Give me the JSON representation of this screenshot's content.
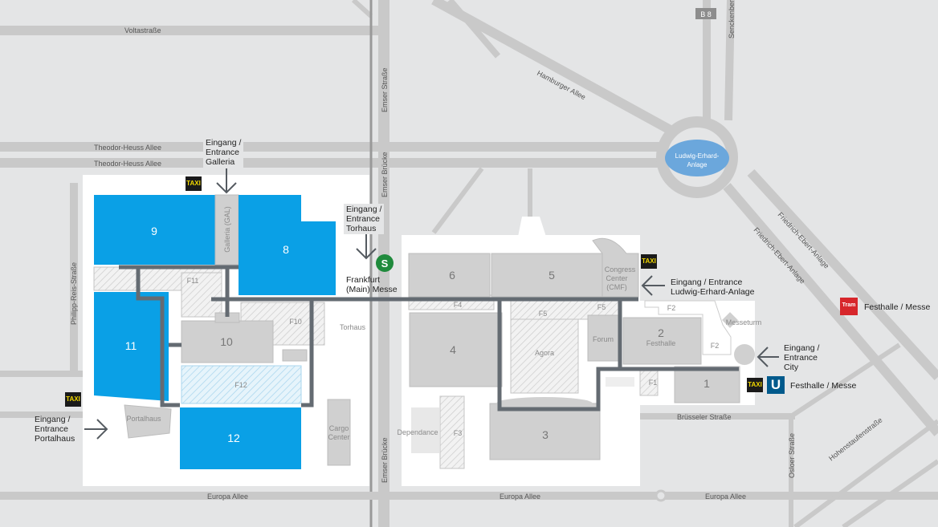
{
  "streets": {
    "voltastrasse": "Voltastraße",
    "theodor_heuss_1": "Theodor-Heuss Allee",
    "theodor_heuss_2": "Theodor-Heuss Allee",
    "hamburger_allee": "Hamburger Allee",
    "emser_strasse": "Emser Straße",
    "emser_bruecke_top": "Emser Brücke",
    "emser_bruecke_bottom": "Emser Brücke",
    "philipp_reis": "Philipp-Reis-Straße",
    "europa_allee_1": "Europa Allee",
    "europa_allee_2": "Europa Allee",
    "europa_allee_3": "Europa Allee",
    "friedrich_ebert_1": "Friedrich-Ebert-Anlage",
    "friedrich_ebert_2": "Friedrich-Ebert-Anlage",
    "senckenberg": "Senckenberganlage",
    "b8": "B 8",
    "bruesseler": "Brüsseler Straße",
    "osloer": "Osloer Straße",
    "hohenstaufen": "Hohenstaufenstraße",
    "ludwig_erhard_anlage": [
      "Ludwig-Erhard-",
      "Anlage"
    ]
  },
  "halls": {
    "h1": "1",
    "h2": "2",
    "festhalle": "Festhalle",
    "h3": "3",
    "h4": "4",
    "h5": "5",
    "h6": "6",
    "h8": "8",
    "h9": "9",
    "h10": "10",
    "h11": "11",
    "h12": "12",
    "galleria": "Galleria (GAL)",
    "congress": [
      "Congress",
      "Center",
      "(CMF)"
    ],
    "forum": "Forum",
    "agora": "Agora",
    "torhaus": "Torhaus",
    "portalhaus": "Portalhaus",
    "cargo": [
      "Cargo",
      "Center"
    ],
    "dependance": "Dependance",
    "messeturm": "Messeturm",
    "f1": "F1",
    "f2a": "F2",
    "f2b": "F2",
    "f3": "F3",
    "f4": "F4",
    "f5a": "F5",
    "f5b": "F5",
    "f10": "F10",
    "f11": "F11",
    "f12": "F12"
  },
  "entrances": {
    "galleria": [
      "Eingang /",
      "Entrance",
      "Galleria"
    ],
    "torhaus": [
      "Eingang /",
      "Entrance",
      "Torhaus"
    ],
    "portalhaus": [
      "Eingang /",
      "Entrance",
      "Portalhaus"
    ],
    "ludwig": [
      "Eingang / Entrance",
      "Ludwig-Erhard-Anlage"
    ],
    "city": [
      "Eingang /",
      "Entrance",
      "City"
    ]
  },
  "transit": {
    "sbahn_icon": "S",
    "sbahn_station": [
      "Frankfurt",
      "(Main) Messe"
    ],
    "tram_icon": "Tram",
    "tram_station": "Festhalle / Messe",
    "ubahn_icon": "U",
    "ubahn_station": "Festhalle / Messe",
    "taxi": "TAXI"
  },
  "colors": {
    "hall_blue": "#0aa0e6",
    "sbahn": "#1f8a3c",
    "tram": "#d7262b",
    "ubahn": "#005a8c",
    "taxi": "#f2d800"
  }
}
